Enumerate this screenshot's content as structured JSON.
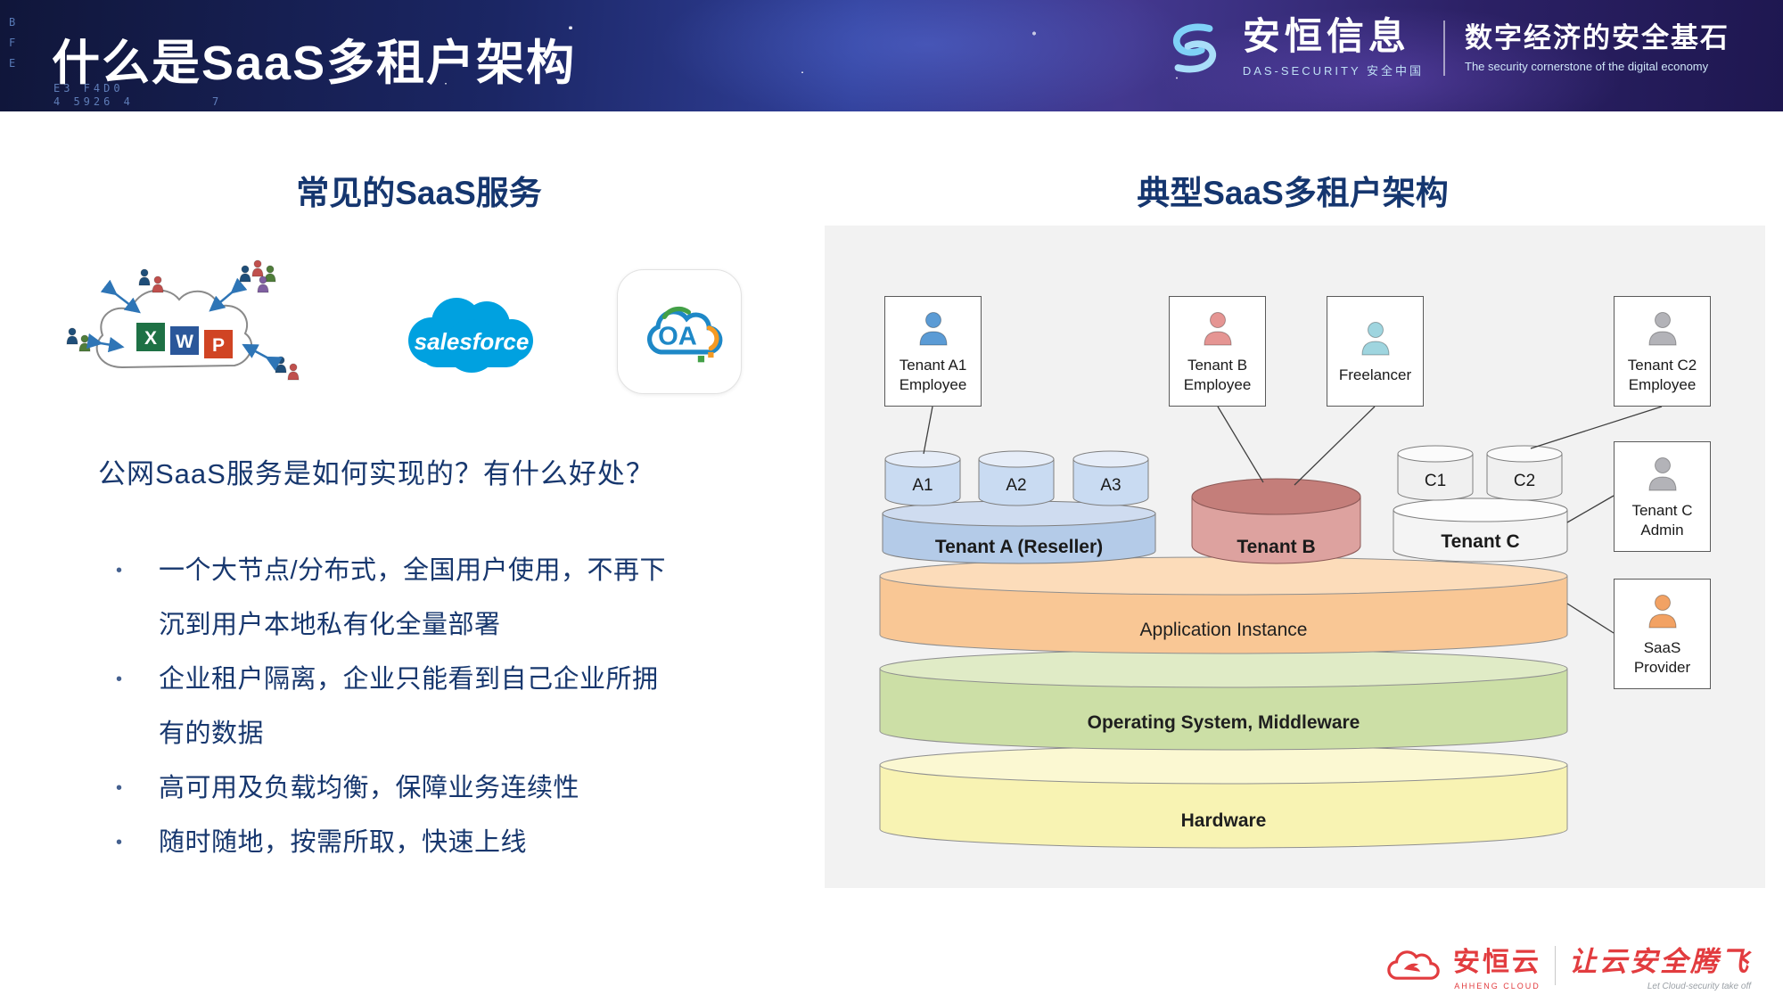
{
  "header": {
    "title": "什么是SaaS多租户架构",
    "decor": {
      "col": "B\nF\nE",
      "row1": "E3 F4D0",
      "row2": "4 5926 4",
      "row3": "7"
    },
    "logo": {
      "brand": "安恒信息",
      "brand_sub": "DAS-SECURITY 安全中国",
      "tagline": "数字经济的安全基石",
      "tagline_sub": "The security cornerstone of the digital economy"
    }
  },
  "left": {
    "heading": "常见的SaaS服务",
    "office_letters": [
      "X",
      "W",
      "P"
    ],
    "salesforce_label": "salesforce",
    "oa_label": "OA",
    "question": "公网SaaS服务是如何实现的？有什么好处？",
    "bullets": [
      "一个大节点/分布式，全国用户使用，不再下沉到用户本地私有化全量部署",
      "企业租户隔离，企业只能看到自己企业所拥有的数据",
      "高可用及负载均衡，保障业务连续性",
      "随时随地，按需所取，快速上线"
    ]
  },
  "right": {
    "heading": "典型SaaS多租户架构",
    "actors": [
      {
        "lines": [
          "Tenant A1",
          "Employee"
        ],
        "color": "#5b9bd5"
      },
      {
        "lines": [
          "Tenant B",
          "Employee"
        ],
        "color": "#e59593"
      },
      {
        "lines": [
          "Freelancer",
          ""
        ],
        "color": "#9fd5df"
      },
      {
        "lines": [
          "Tenant C2",
          "Employee"
        ],
        "color": "#b3b3b8"
      },
      {
        "lines": [
          "Tenant C",
          "Admin"
        ],
        "color": "#b3b3b8"
      },
      {
        "lines": [
          "SaaS",
          "Provider"
        ],
        "color": "#f2a264"
      }
    ],
    "databases": {
      "a_small": [
        "A1",
        "A2",
        "A3"
      ],
      "a_label": "Tenant A (Reseller)",
      "b_label": "Tenant B",
      "c_small": [
        "C1",
        "C2"
      ],
      "c_label": "Tenant C"
    },
    "layers": [
      {
        "label": "Application Instance",
        "body": "#f9c795",
        "top": "#fcdcba"
      },
      {
        "label": "Operating System, Middleware",
        "body": "#ccdfa6",
        "top": "#e0ebc6"
      },
      {
        "label": "Hardware",
        "body": "#f8f3b3",
        "top": "#fbf8d2"
      }
    ],
    "tenant_colors": {
      "a_body": "#b4cbe8",
      "a_top": "#cfdcf0",
      "a_small_body": "#c9dbf2",
      "a_small_top": "#e6edf8",
      "b_body": "#dda29f",
      "b_top": "#c47e7a",
      "c_body": "#f4f4f4",
      "c_top": "#fdfdfd",
      "c_small_body": "#f0f0f0",
      "c_small_top": "#fbfbfb"
    }
  },
  "footer": {
    "brand": "安恒云",
    "brand_sub": "AHHENG CLOUD",
    "slogan": "让云安全腾飞",
    "slogan_sub": "Let Cloud-security take off"
  }
}
